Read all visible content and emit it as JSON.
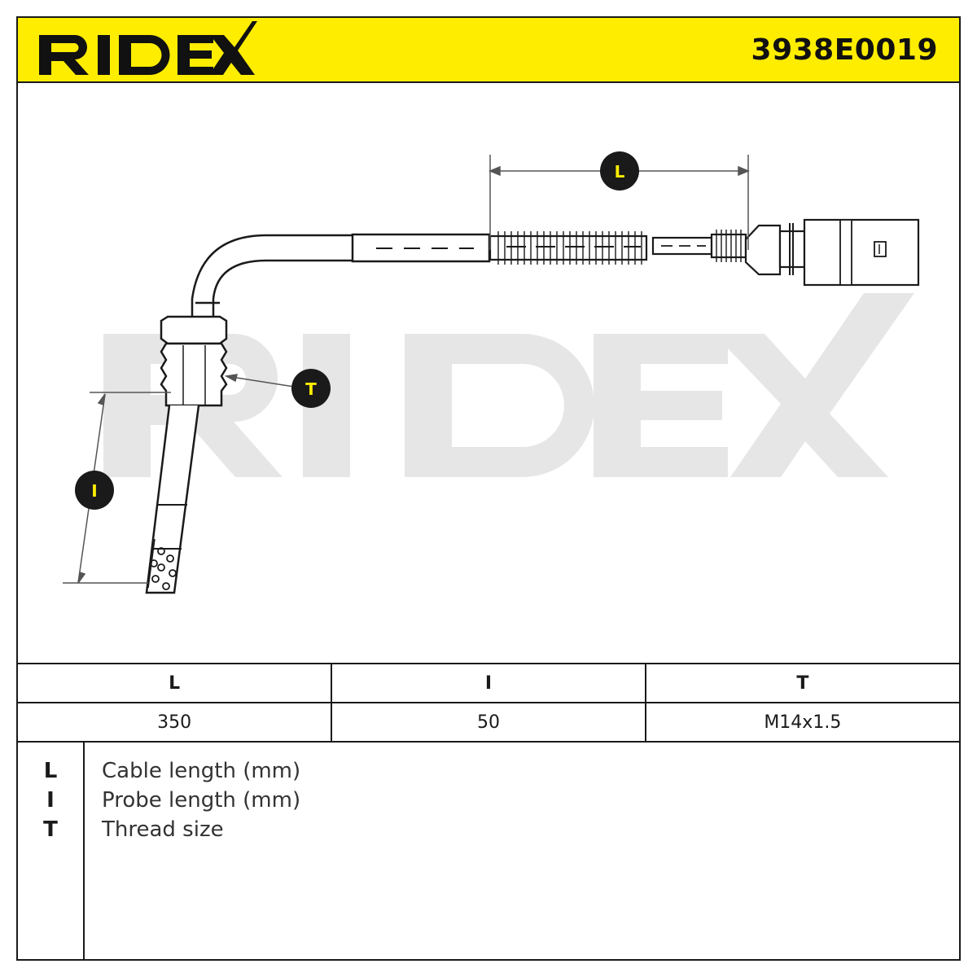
{
  "header": {
    "brand": "RIDEX",
    "part_number": "3938E0019",
    "accent_color": "#ffed00"
  },
  "watermark": {
    "text": "RIDEX",
    "color": "#e6e6e6"
  },
  "diagram": {
    "markers": {
      "cable_length": "L",
      "probe_length": "I",
      "thread": "T"
    }
  },
  "specs": {
    "headers": [
      "L",
      "I",
      "T"
    ],
    "values": [
      "350",
      "50",
      "M14x1.5"
    ]
  },
  "legend": [
    {
      "key": "L",
      "description": "Cable length (mm)"
    },
    {
      "key": "I",
      "description": "Probe length (mm)"
    },
    {
      "key": "T",
      "description": "Thread size"
    }
  ]
}
